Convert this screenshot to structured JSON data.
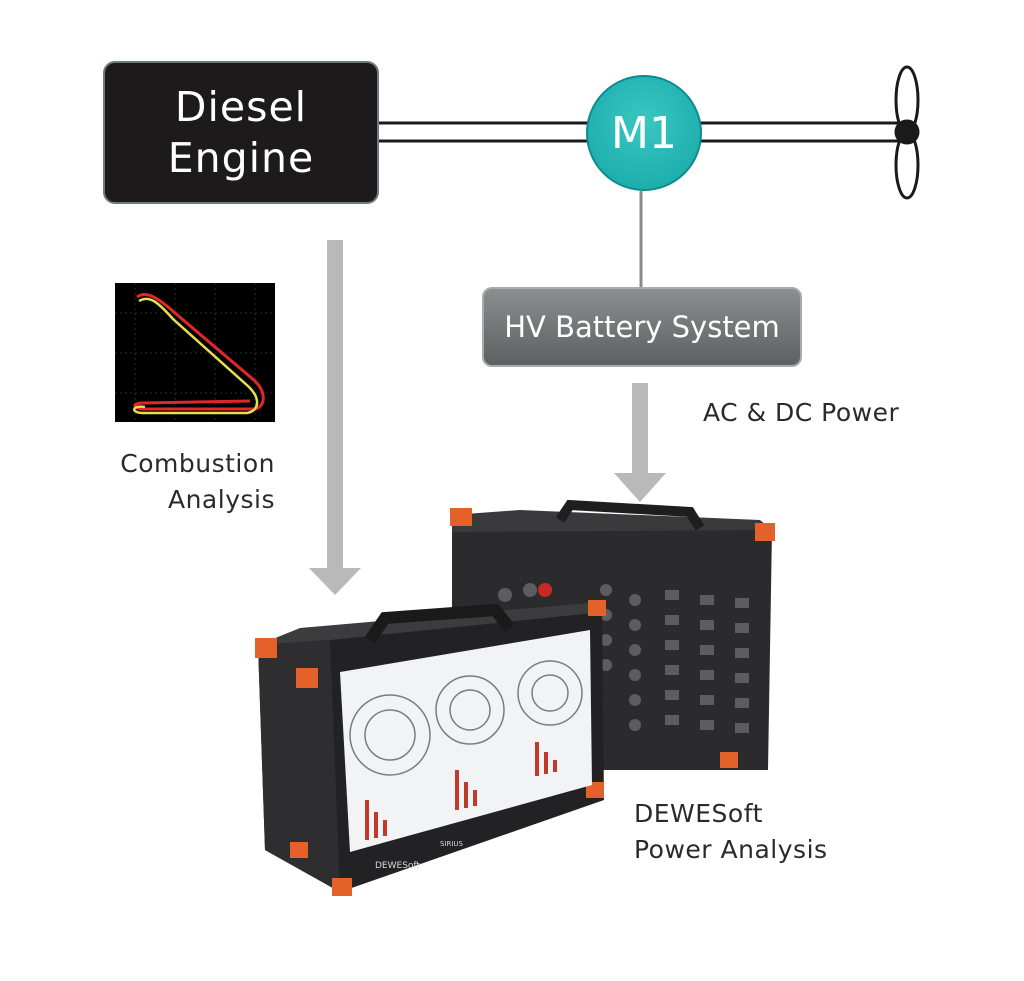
{
  "diagram": {
    "engine": {
      "line1": "Diesel",
      "line2": "Engine"
    },
    "motor": {
      "label": "M1"
    },
    "battery": {
      "label": "HV Battery System"
    },
    "power_label": "AC & DC Power",
    "combustion_label": {
      "line1": "Combustion",
      "line2": "Analysis"
    },
    "dewesoft_label": {
      "line1": "DEWESoft",
      "line2": "Power Analysis"
    },
    "device_logo": "DEWESoft",
    "device_model": "SIRIUS",
    "colors": {
      "engine_fill": "#1c1a1b",
      "motor_fill": "#22b5b1",
      "battery_fill": "#747577",
      "arrow": "#b9b9bb",
      "device_body": "#2b2b2d",
      "device_accent": "#e4622a",
      "plot_red": "#e3262a",
      "plot_yellow": "#e8e04a"
    }
  }
}
